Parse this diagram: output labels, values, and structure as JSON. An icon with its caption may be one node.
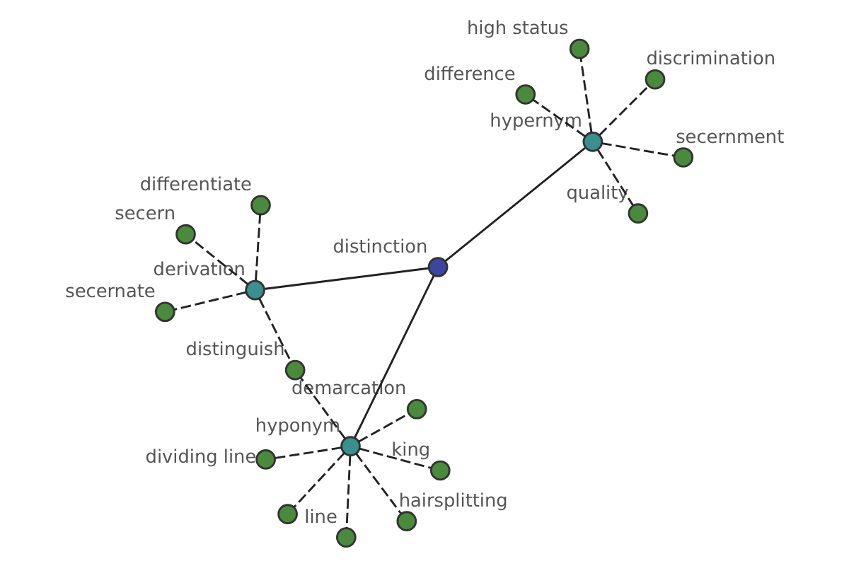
{
  "diagram": {
    "nodes": [
      {
        "text": [],
        "shape": "circle"
      },
      {
        "text": [
          "king"
        ]
      },
      {
        "text": [
          "hairsplitting"
        ]
      },
      {
        "text": [
          "secern"
        ]
      },
      {
        "text": [
          "demarcation"
        ]
      },
      {
        "text": [
          "secernate"
        ]
      },
      {
        "text": [
          "distinguish"
        ]
      },
      {
        "text": [
          "hyponym"
        ]
      },
      {
        "text": [
          "line"
        ]
      },
      {
        "text": [
          "differentiate"
        ]
      },
      {
        "text": [
          "derivation"
        ]
      },
      {
        "text": [
          "dividing line"
        ]
      },
      {
        "text": [
          "distinction"
        ]
      },
      {
        "text": [
          "hypernym"
        ]
      },
      {
        "text": [
          "discrimination"
        ]
      },
      {
        "text": [
          "quality"
        ]
      },
      {
        "text": [
          "secernment"
        ]
      },
      {
        "text": [
          "high status"
        ]
      },
      {
        "text": [
          "difference"
        ]
      }
    ],
    "edges": [
      {
        "from": 12,
        "to": 10,
        "arrow": "none"
      },
      {
        "from": 12,
        "to": 7,
        "arrow": "none"
      },
      {
        "from": 12,
        "to": 13,
        "arrow": "none"
      },
      {
        "from": 7,
        "to": 0,
        "arrow": "none",
        "style": "dashed"
      },
      {
        "from": 7,
        "to": 1,
        "arrow": "none",
        "style": "dashed"
      },
      {
        "from": 7,
        "to": 2,
        "arrow": "none",
        "style": "dashed"
      },
      {
        "from": 7,
        "to": 4,
        "arrow": "none",
        "style": "dashed"
      },
      {
        "from": 7,
        "to": 6,
        "arrow": "none",
        "style": "dashed"
      },
      {
        "from": 7,
        "to": 8,
        "arrow": "none",
        "style": "dashed"
      },
      {
        "from": 7,
        "to": 11,
        "arrow": "none",
        "style": "dashed"
      },
      {
        "from": 10,
        "to": 3,
        "arrow": "none",
        "style": "dashed"
      },
      {
        "from": 10,
        "to": 5,
        "arrow": "none",
        "style": "dashed"
      },
      {
        "from": 10,
        "to": 9,
        "arrow": "none",
        "style": "dashed"
      },
      {
        "from": 10,
        "to": 6,
        "arrow": "none",
        "style": "dashed"
      },
      {
        "from": 13,
        "to": 14,
        "arrow": "none",
        "style": "dashed"
      },
      {
        "from": 13,
        "to": 15,
        "arrow": "none",
        "style": "dashed"
      },
      {
        "from": 13,
        "to": 16,
        "arrow": "none",
        "style": "dashed"
      },
      {
        "from": 13,
        "to": 17,
        "arrow": "none",
        "style": "dashed"
      },
      {
        "from": 13,
        "to": 18,
        "arrow": "none",
        "style": "dashed"
      }
    ]
  }
}
